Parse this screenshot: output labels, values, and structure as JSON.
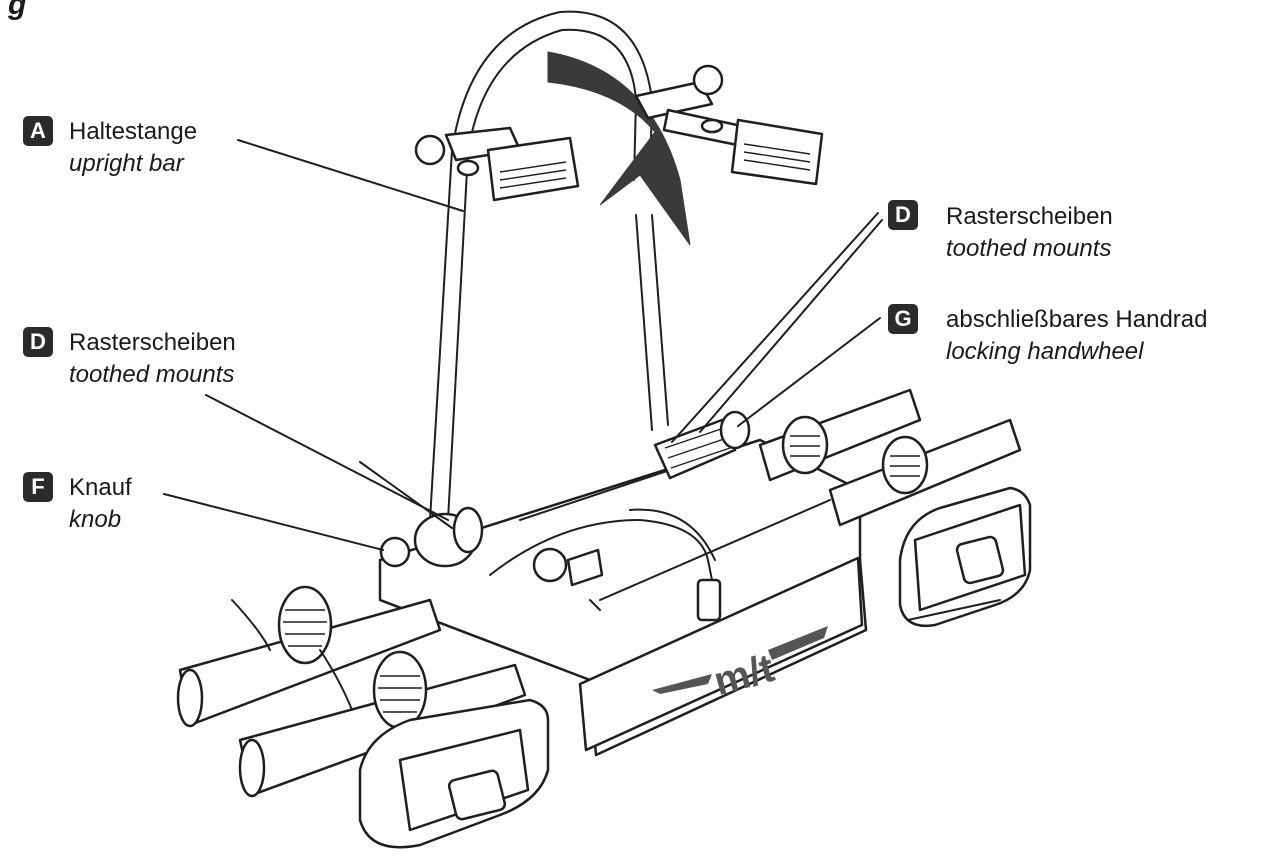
{
  "figure": {
    "heading": "g"
  },
  "labels": [
    {
      "id": "A",
      "german": "Haltestange",
      "english": "upright bar"
    },
    {
      "id": "D",
      "german": "Rasterscheiben",
      "english": "toothed mounts"
    },
    {
      "id": "G",
      "german": "abschließbares Handrad",
      "english": "locking handwheel"
    },
    {
      "id": "D",
      "german": "Rasterscheiben",
      "english": "toothed mounts"
    },
    {
      "id": "F",
      "german": "Knauf",
      "english": "knob"
    }
  ],
  "logo": {
    "text": "m/t"
  },
  "colors": {
    "badge": "#2b2b2b",
    "line": "#1f1f1f",
    "arrow": "#3a3a3a",
    "logo": "#555555"
  }
}
